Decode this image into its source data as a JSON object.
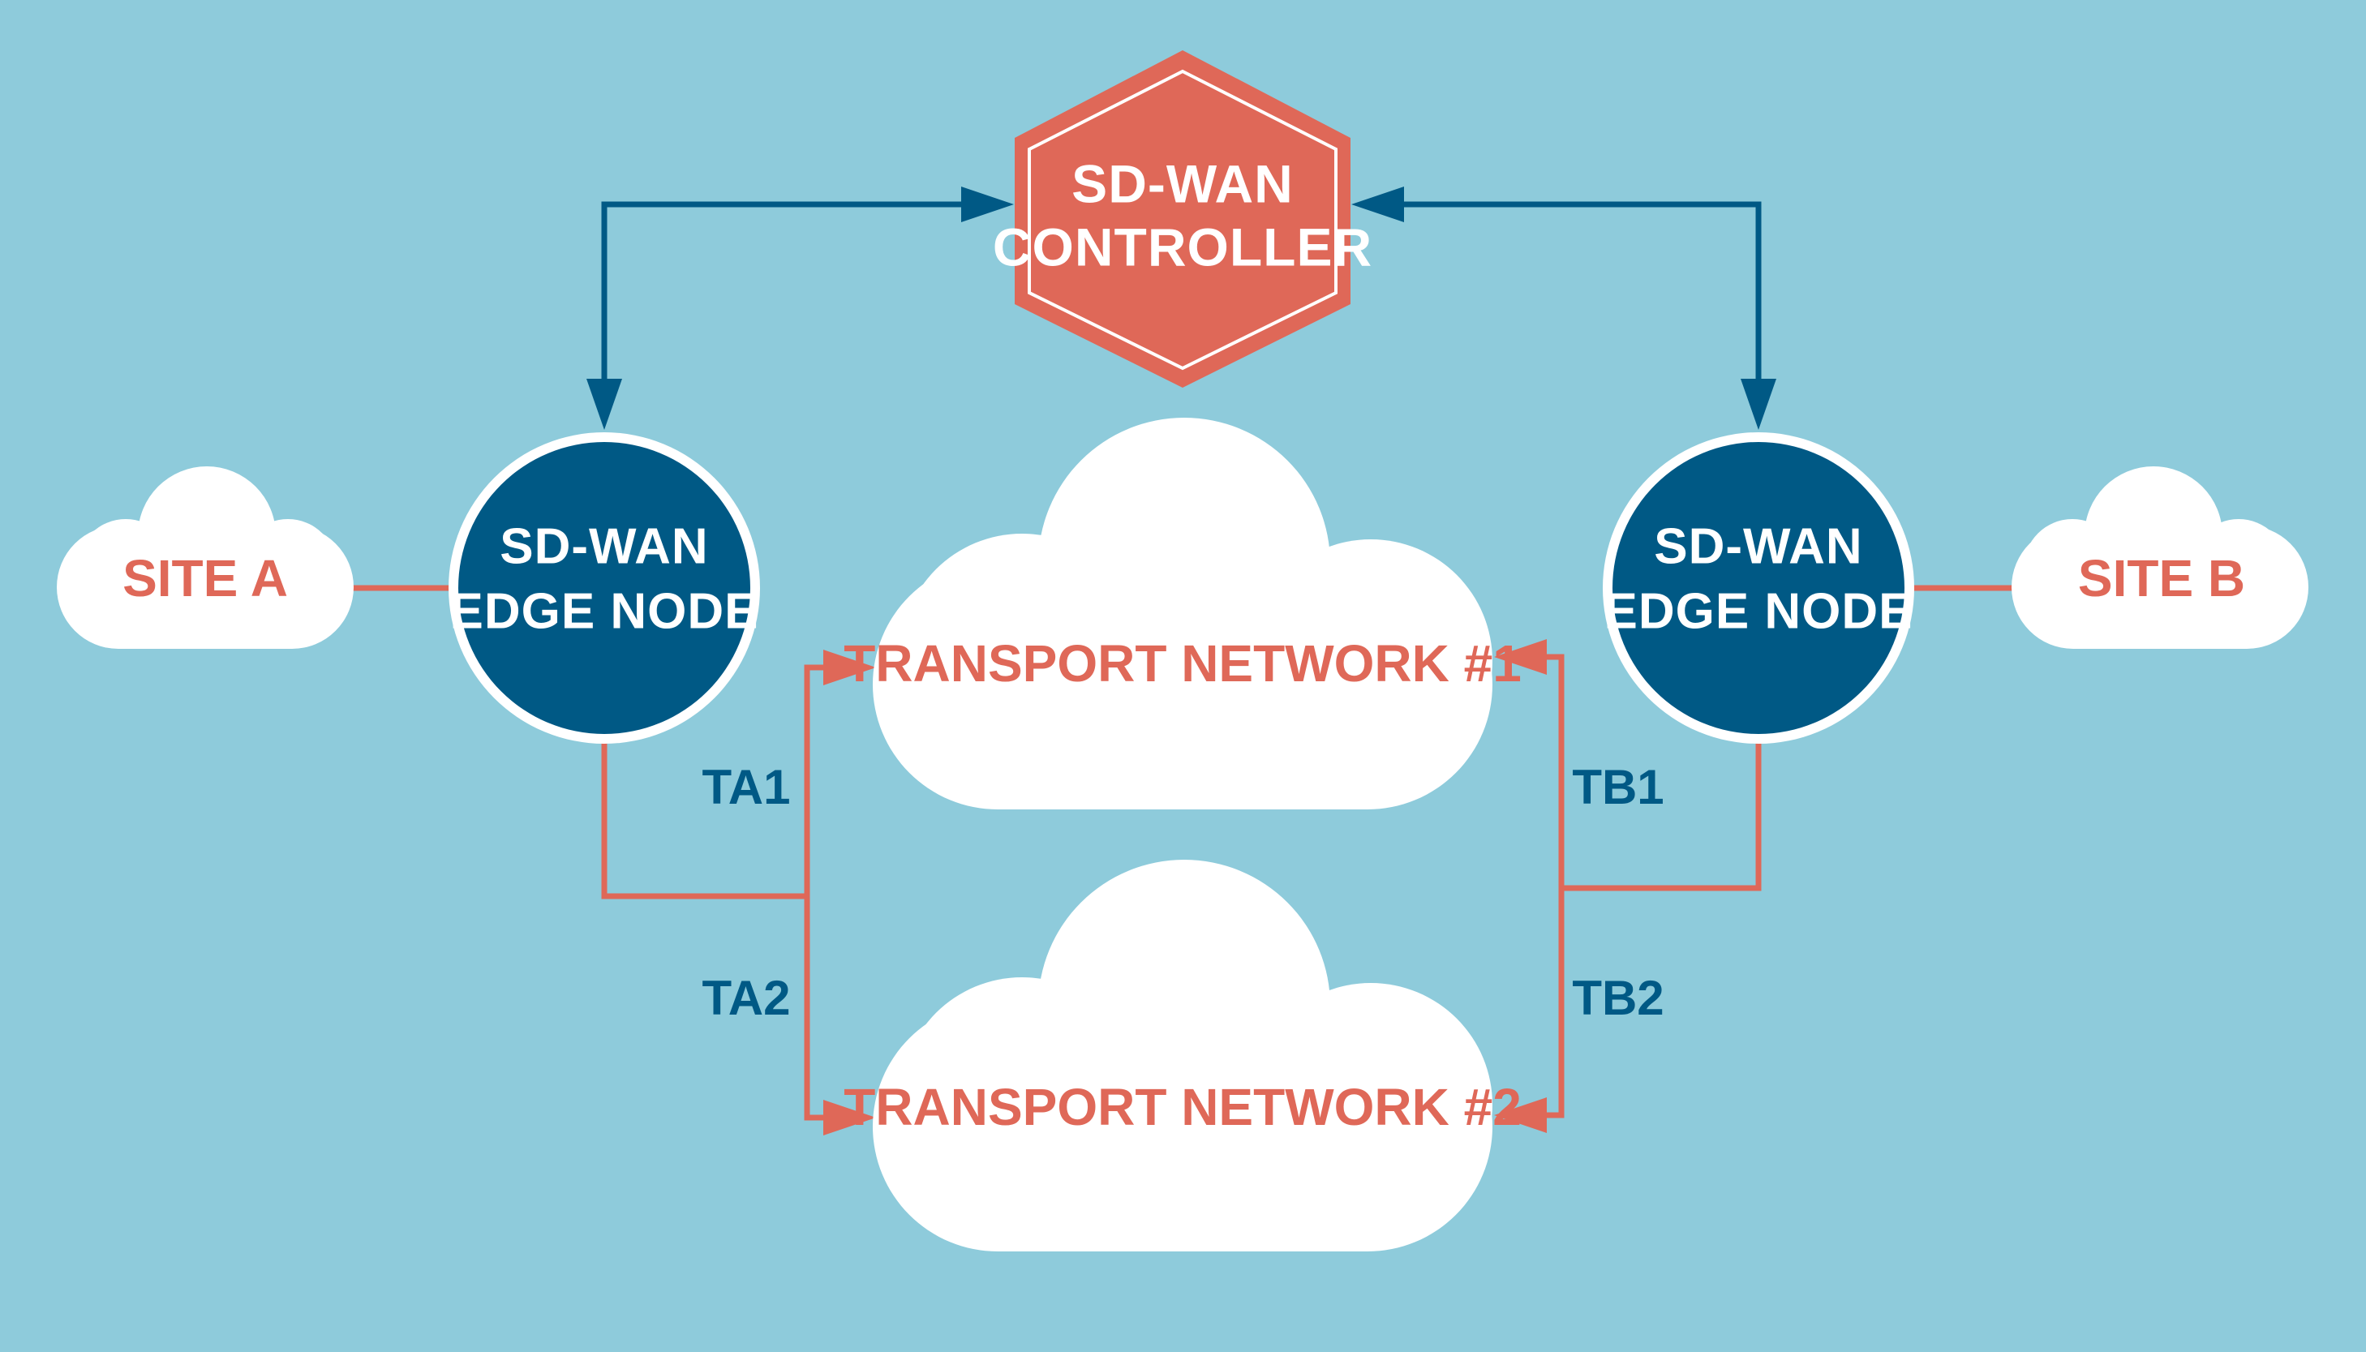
{
  "colors": {
    "background": "#8ecbdb",
    "accent_red": "#df6858",
    "navy": "#005985",
    "cloud": "#ffffff"
  },
  "controller": {
    "line1": "SD-WAN",
    "line2": "CONTROLLER"
  },
  "edge_left": {
    "line1": "SD-WAN",
    "line2": "EDGE NODE"
  },
  "edge_right": {
    "line1": "SD-WAN",
    "line2": "EDGE NODE"
  },
  "site_a": {
    "label": "SITE A"
  },
  "site_b": {
    "label": "SITE B"
  },
  "transport_1": {
    "label": "TRANSPORT NETWORK #1"
  },
  "transport_2": {
    "label": "TRANSPORT NETWORK #2"
  },
  "links": {
    "ta1": "TA1",
    "ta2": "TA2",
    "tb1": "TB1",
    "tb2": "TB2"
  }
}
